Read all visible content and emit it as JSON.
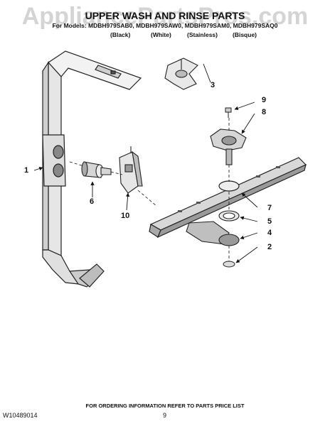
{
  "header": {
    "watermark": "AppliancePartsPros.com",
    "title": "UPPER WASH AND RINSE PARTS",
    "models": "For Models: MDBH979SAB0, MDBH979SAW0, MDBH979SAM0, MDBH979SAQ0",
    "colors": [
      "(Black)",
      "(White)",
      "(Stainless)",
      "(Bisque)"
    ]
  },
  "callouts": [
    "1",
    "2",
    "3",
    "4",
    "5",
    "6",
    "7",
    "8",
    "9",
    "10"
  ],
  "footer": {
    "note": "FOR ORDERING INFORMATION REFER TO PARTS PRICE LIST",
    "doc_number": "W10489014",
    "page": "9"
  }
}
